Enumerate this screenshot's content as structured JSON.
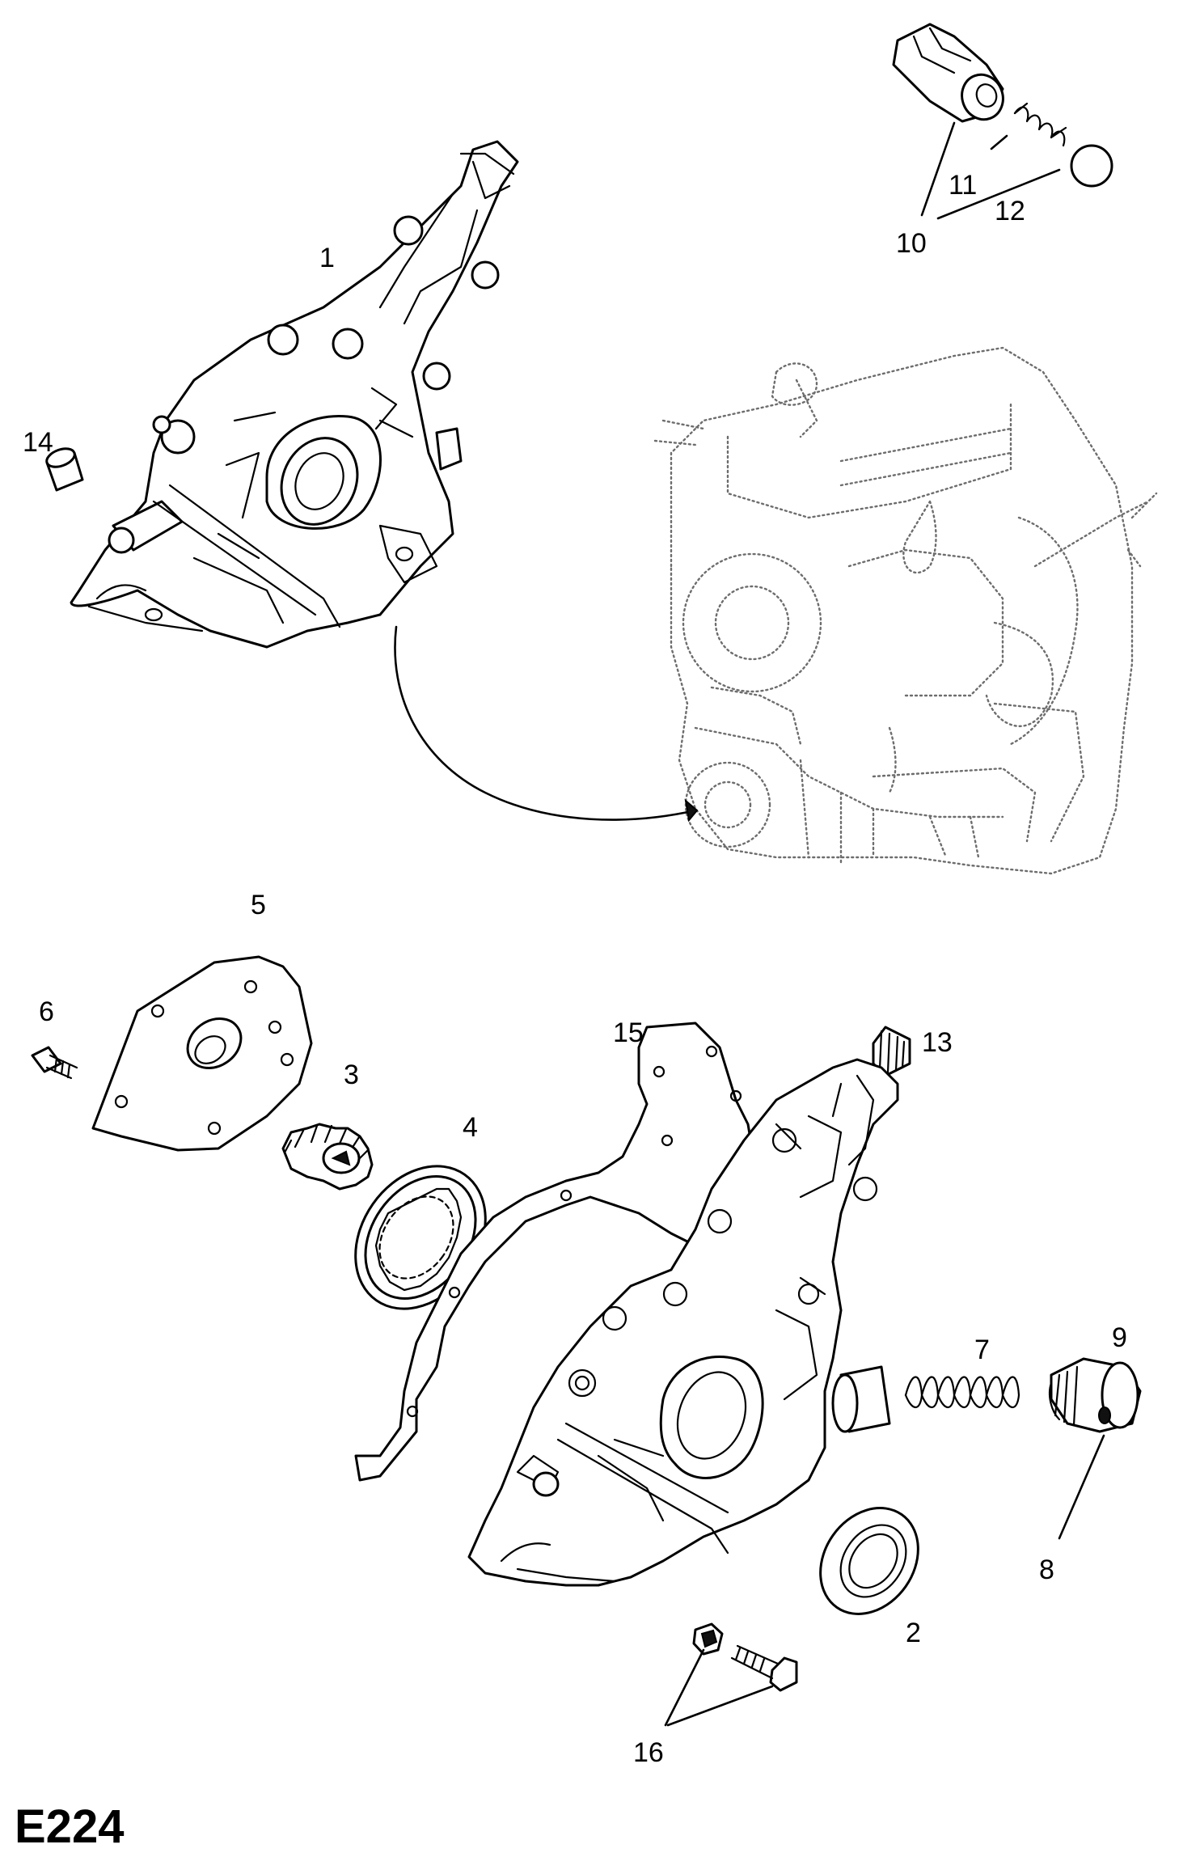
{
  "diagram_code": "E224",
  "callouts": {
    "c1": "1",
    "c2": "2",
    "c3": "3",
    "c4": "4",
    "c5": "5",
    "c6": "6",
    "c7": "7",
    "c8": "8",
    "c9": "9",
    "c10": "10",
    "c11": "11",
    "c12": "12",
    "c13": "13",
    "c14": "14",
    "c15": "15",
    "c16": "16"
  }
}
